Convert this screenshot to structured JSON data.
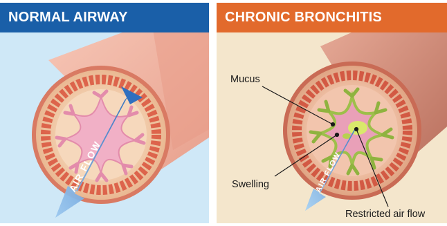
{
  "panels": {
    "normal": {
      "title": "NORMAL AIRWAY",
      "header_color": "#1a5fa8",
      "background_color": "#cfe8f7",
      "arrow_label": "AIR FLOW"
    },
    "bronchitis": {
      "title": "CHRONIC BRONCHITIS",
      "header_color": "#e26a2c",
      "background_color": "#f4e6cc",
      "arrow_label": "AIR FLOW",
      "callouts": {
        "mucus": "Mucus",
        "swelling": "Swelling",
        "restricted": "Restricted air flow"
      }
    }
  },
  "colors": {
    "tube": "#f2b5a5",
    "tube_shadow": "#d98c7a",
    "wall": "#f0c8a8",
    "cells": "#d9533d",
    "lumen": "#f1b0c6",
    "mucus": "#9dbf4a",
    "arrow": "#4a90d9"
  }
}
